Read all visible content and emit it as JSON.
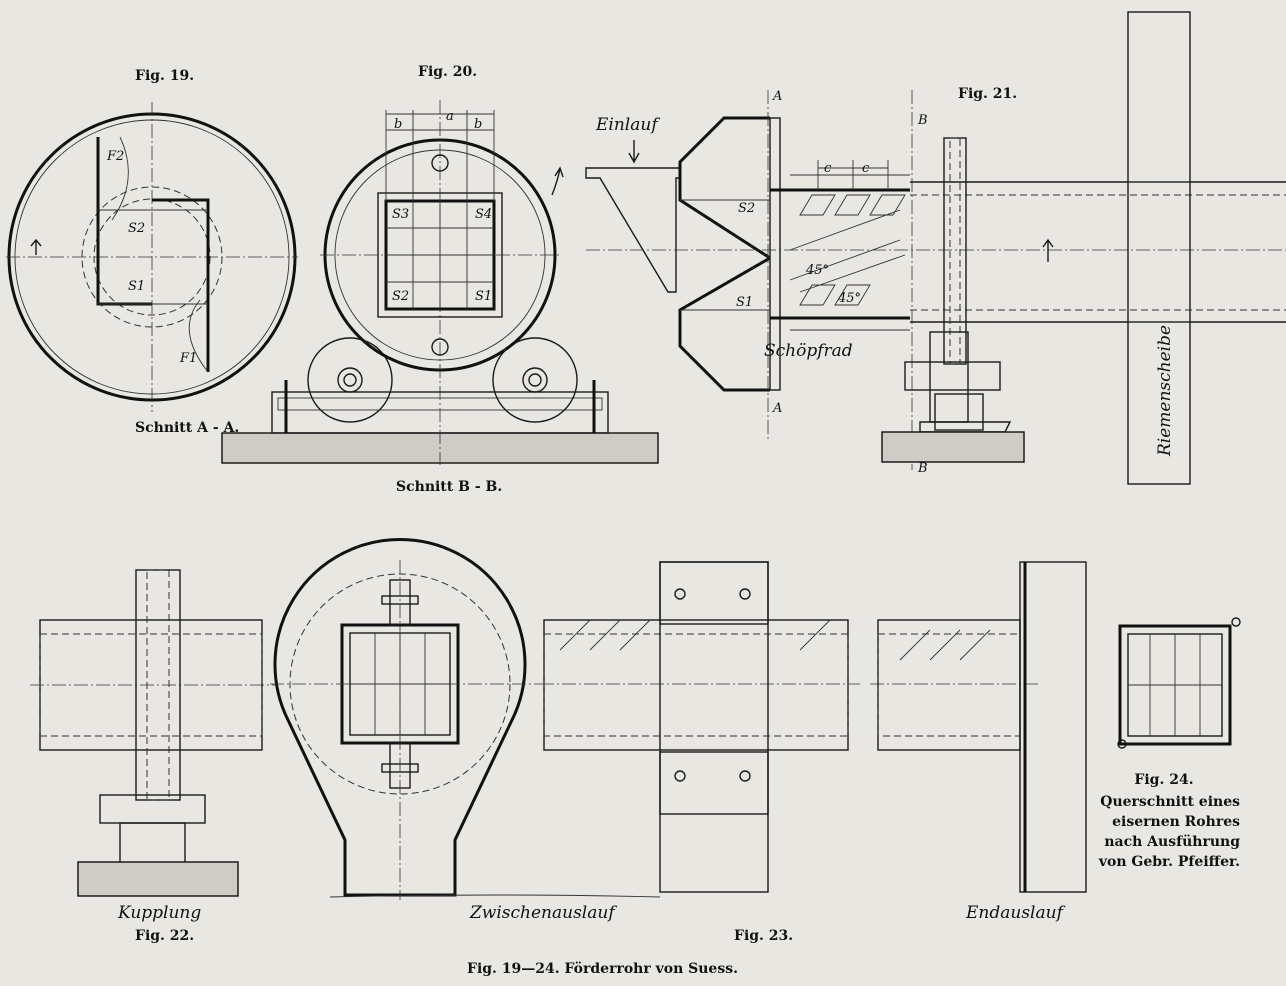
{
  "figures": {
    "fig19": {
      "number": "Fig. 19.",
      "section_caption": "Schnitt A - A.",
      "labels": [
        "F2",
        "S2",
        "S1",
        "F1"
      ]
    },
    "fig20": {
      "number": "Fig. 20.",
      "section_caption": "Schnitt B - B.",
      "dims": [
        "b",
        "a",
        "b"
      ],
      "labels": [
        "S3",
        "S4",
        "S2",
        "S1"
      ]
    },
    "fig21": {
      "number": "Fig. 21.",
      "inlet": "Einlauf",
      "wheel": "Schöpfrad",
      "pulley": "Riemenscheibe",
      "dims": [
        "c",
        "c"
      ],
      "angles": [
        "45°",
        "45°"
      ],
      "section_marks": [
        "A",
        "A",
        "B",
        "B"
      ],
      "labels": [
        "S2",
        "S1"
      ]
    },
    "fig22": {
      "number": "Fig. 22.",
      "label": "Kupplung"
    },
    "fig23": {
      "number": "Fig. 23.",
      "intermediate": "Zwischenauslauf",
      "end": "Endauslauf"
    },
    "fig24": {
      "number": "Fig. 24.",
      "caption_lines": [
        "Querschnitt eines",
        "eisernen Rohres",
        "nach Ausführung",
        "von Gebr. Pfeiffer."
      ]
    }
  },
  "main_caption": "Fig. 19—24. Förderrohr von Suess."
}
